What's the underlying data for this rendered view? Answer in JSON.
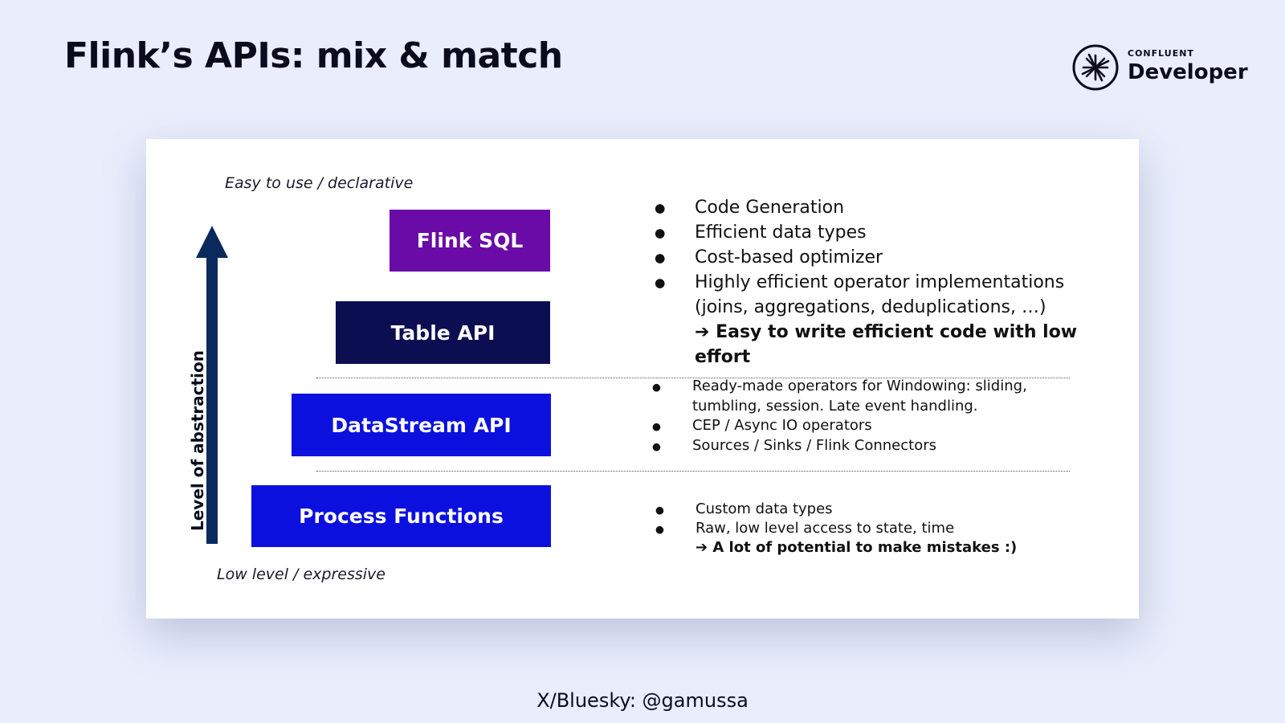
{
  "slide": {
    "title": "Flink’s APIs: mix & match",
    "footer": "X/Bluesky: @gamussa"
  },
  "logo": {
    "brand": "CONFLUENT",
    "product": "Developer"
  },
  "diagram": {
    "axis_top": "Easy to use / declarative",
    "axis_bottom": "Low level / expressive",
    "axis_label": "Level of abstraction",
    "layers": [
      {
        "label": "Flink SQL",
        "color": "#6a0ba8"
      },
      {
        "label": "Table API",
        "color": "#0c0e52"
      },
      {
        "label": "DataStream API",
        "color": "#0c10df"
      },
      {
        "label": "Process Functions",
        "color": "#0c10df"
      }
    ],
    "arrow_color": "#0a2a5e",
    "top_bullets": [
      "Code Generation",
      "Efficient data types",
      "Cost-based optimizer",
      "Highly efficient operator implementations",
      "(joins, aggregations, deduplications, …)",
      "➔ Easy to write efficient code with low",
      "effort"
    ],
    "mid_bullets": [
      "Ready-made operators for Windowing: sliding,",
      "tumbling, session. Late event handling.",
      "CEP / Async IO operators",
      "Sources / Sinks / Flink Connectors"
    ],
    "bottom_bullets": [
      "Custom data types",
      "Raw, low level access to state, time",
      "➔ A lot of potential to make mistakes :)"
    ]
  }
}
